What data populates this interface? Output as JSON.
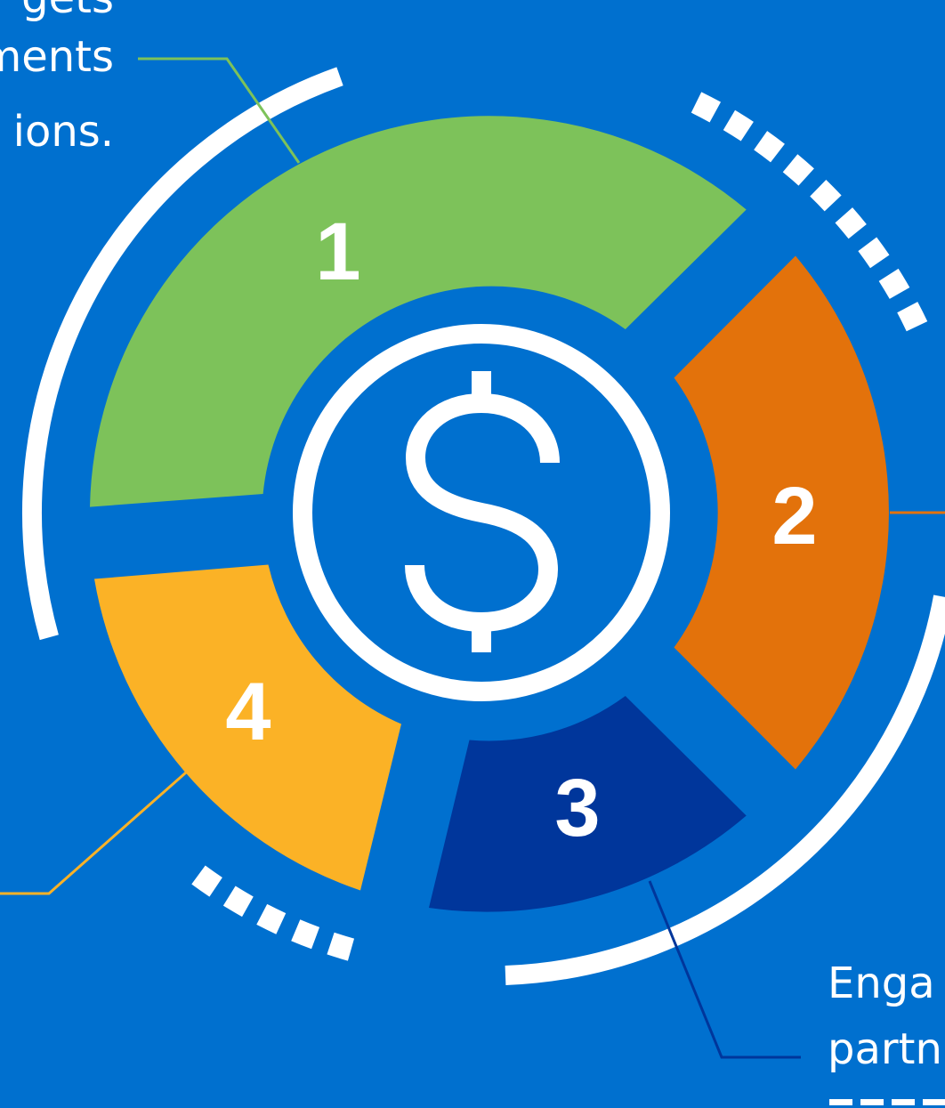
{
  "colors": {
    "background": "#0070CF",
    "segment_1": "#7DC25A",
    "segment_2": "#E3720B",
    "segment_3": "#00369B",
    "segment_4": "#FBB226",
    "line_1": "#7DC25A",
    "line_2": "#E3720B",
    "line_3": "#00369B",
    "line_4": "#FBB226",
    "ring": "#FFFFFF"
  },
  "segments": [
    {
      "label": "1",
      "color_key": "segment_1"
    },
    {
      "label": "2",
      "color_key": "segment_2"
    },
    {
      "label": "3",
      "color_key": "segment_3"
    },
    {
      "label": "4",
      "color_key": "segment_4"
    }
  ],
  "center_icon": "dollar-sign-icon",
  "callouts": {
    "top_left": [
      "gets",
      "ments",
      "ions."
    ],
    "bottom_right": [
      "Enga",
      "partn"
    ]
  }
}
